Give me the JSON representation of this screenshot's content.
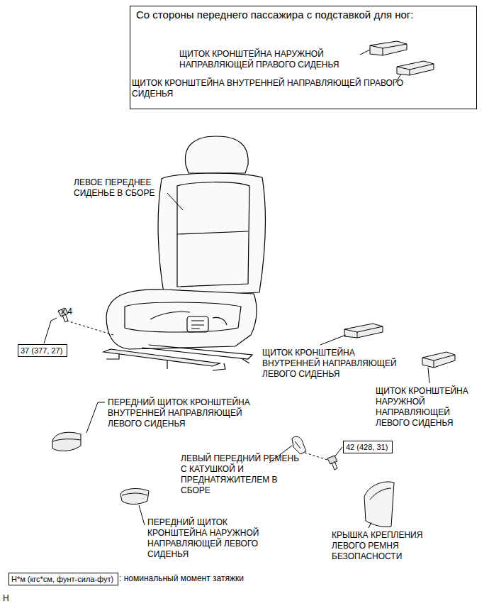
{
  "diagram": {
    "nodes": [
      {
        "text": [
          "Со стороны переднего пассажира с подставкой для ног:"
        ]
      },
      {
        "text": [
          "37 (377, 27)"
        ]
      },
      {
        "text": [
          "42 (428, 31)"
        ]
      },
      {
        "text": [
          "Н*м (кгс*см, фунт-сила-фут)"
        ]
      }
    ],
    "edges": [],
    "labels": [
      "ЩИТОК КРОНШТЕЙНА НАРУЖНОЙ НАПРАВЛЯЮЩЕЙ ПРАВОГО СИДЕНЬЯ",
      "ЩИТОК КРОНШТЕЙНА ВНУТРЕННЕЙ НАПРАВЛЯЮЩЕЙ ПРАВОГО СИДЕНЬЯ",
      "ЛЕВОЕ ПЕРЕДНЕЕ СИДЕНЬЕ В СБОРЕ",
      "x 4",
      "ЩИТОК КРОНШТЕЙНА ВНУТРЕННЕЙ НАПРАВЛЯЮЩЕЙ ЛЕВОГО СИДЕНЬЯ",
      "ЩИТОК КРОНШТЕЙНА НАРУЖНОЙ НАПРАВЛЯЮЩЕЙ ЛЕВОГО СИДЕНЬЯ",
      "ПЕРЕДНИЙ ЩИТОК КРОНШТЕЙНА ВНУТРЕННЕЙ НАПРАВЛЯЮЩЕЙ ЛЕВОГО СИДЕНЬЯ",
      "ЛЕВЫЙ ПЕРЕДНИЙ РЕМЕНЬ С КАТУШКОЙ И ПРЕДНАТЯЖИТЕЛЕМ В СБОРЕ",
      "ПЕРЕДНИЙ ЩИТОК КРОНШТЕЙНА НАРУЖНОЙ НАПРАВЛЯЮЩЕЙ ЛЕВОГО СИДЕНЬЯ",
      "КРЫШКА КРЕПЛЕНИЯ ЛЕВОГО РЕМНЯ БЕЗОПАСНОСТИ",
      ": номинальный момент затяжки",
      "H"
    ]
  }
}
